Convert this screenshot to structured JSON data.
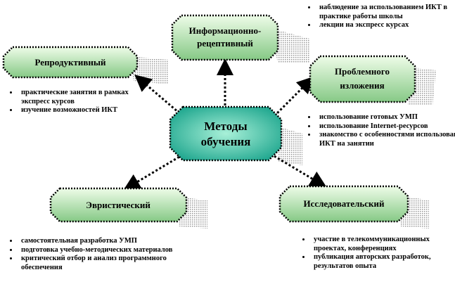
{
  "colors": {
    "node_fill_light": "#e9fbe3",
    "node_fill_dark": "#8fcf8f",
    "center_fill": "#2fb59a",
    "border": "#000000"
  },
  "nodes": {
    "center": {
      "line1": "Методы",
      "line2": "обучения"
    },
    "info": {
      "line1": "Информационно-",
      "line2": "рецептивный"
    },
    "repro": {
      "line1": "Репродуктивный"
    },
    "problem": {
      "line1": "Проблемного",
      "line2": "изложения"
    },
    "heur": {
      "line1": "Эвристический"
    },
    "research": {
      "line1": "Исследовательский"
    }
  },
  "lists": {
    "info": [
      "наблюдение за использованием ИКТ в практике работы школы",
      "лекции на экспресс курсах"
    ],
    "repro": [
      "практические занятия в рамках экспресс курсов",
      "изучение возможностей ИКТ"
    ],
    "problem": [
      "использование готовых УМП",
      "использование Internet-ресурсов",
      "знакомство с особенностями использования ИКТ на занятии"
    ],
    "heur": [
      "самостоятельная разработка УМП",
      "подготовка учебно-методических материалов",
      "критический отбор и анализ программного обеспечения"
    ],
    "research": [
      "участие в телекоммуникационных проектах, конференциях",
      "публикация авторских разработок, результатов опыта"
    ]
  }
}
